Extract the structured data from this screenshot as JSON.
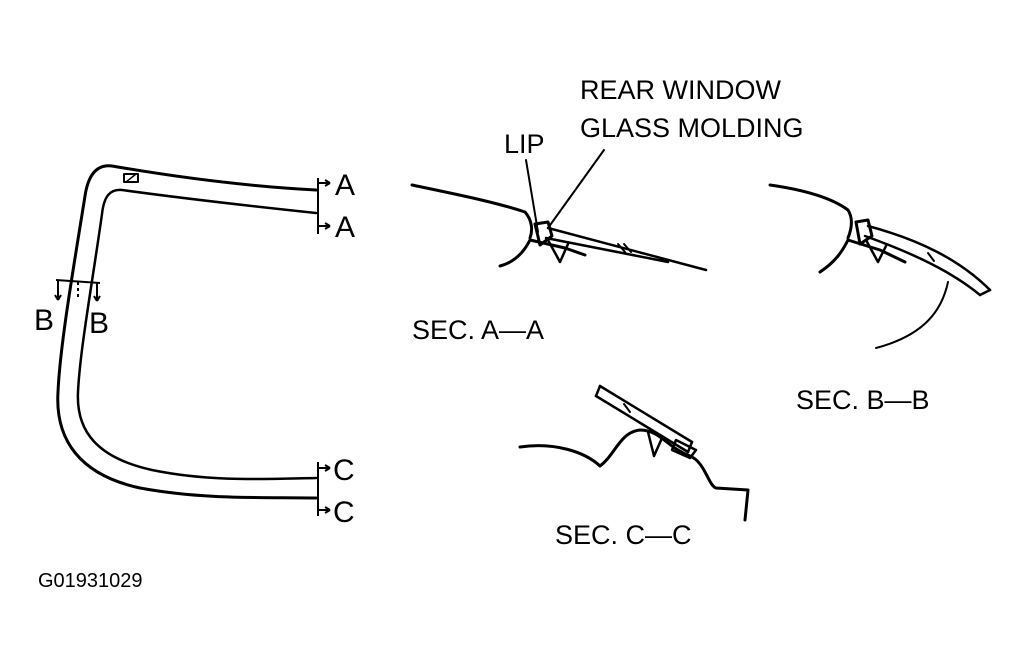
{
  "callouts": {
    "molding_line1": "REAR WINDOW",
    "molding_line2": "GLASS MOLDING",
    "lip": "LIP"
  },
  "section_marks": {
    "a_top": "A",
    "a_bottom": "A",
    "b_left": "B",
    "b_right": "B",
    "c_top": "C",
    "c_bottom": "C"
  },
  "section_titles": {
    "aa": "SEC. A—A",
    "bb": "SEC. B—B",
    "cc": "SEC. C—C"
  },
  "figure_id": "G01931029"
}
